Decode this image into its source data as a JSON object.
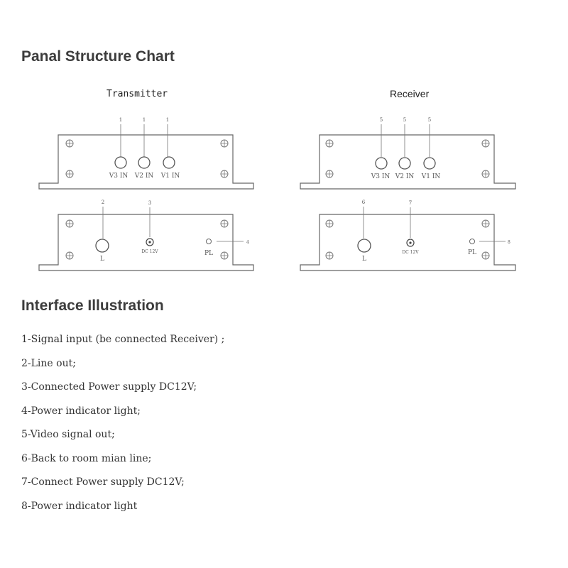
{
  "headings": {
    "structure": "Panal Structure Chart",
    "interface": "Interface Illustration"
  },
  "transmitter": {
    "title": "Transmitter",
    "front": {
      "callouts": [
        "1",
        "1",
        "1"
      ],
      "ports": [
        "V3 IN",
        "V2 IN",
        "V1 IN"
      ]
    },
    "back": {
      "callout_line": "2",
      "callout_power": "3",
      "callout_light": "4",
      "line_label": "L",
      "power_label": "DC 12V",
      "light_label": "PL"
    }
  },
  "receiver": {
    "title": "Receiver",
    "front": {
      "callouts": [
        "5",
        "5",
        "5"
      ],
      "ports": [
        "V3 IN",
        "V2 IN",
        "V1 IN"
      ]
    },
    "back": {
      "callout_line": "6",
      "callout_power": "7",
      "callout_light": "8",
      "line_label": "L",
      "power_label": "DC 12V",
      "light_label": "PL"
    }
  },
  "illustration": [
    "1-Signal input (be connected Receiver) ;",
    "2-Line out;",
    "3-Connected Power supply DC12V;",
    "4-Power indicator light;",
    "5-Video signal out;",
    "6-Back to room mian line;",
    "7-Connect Power supply DC12V;",
    "8-Power indicator light"
  ]
}
